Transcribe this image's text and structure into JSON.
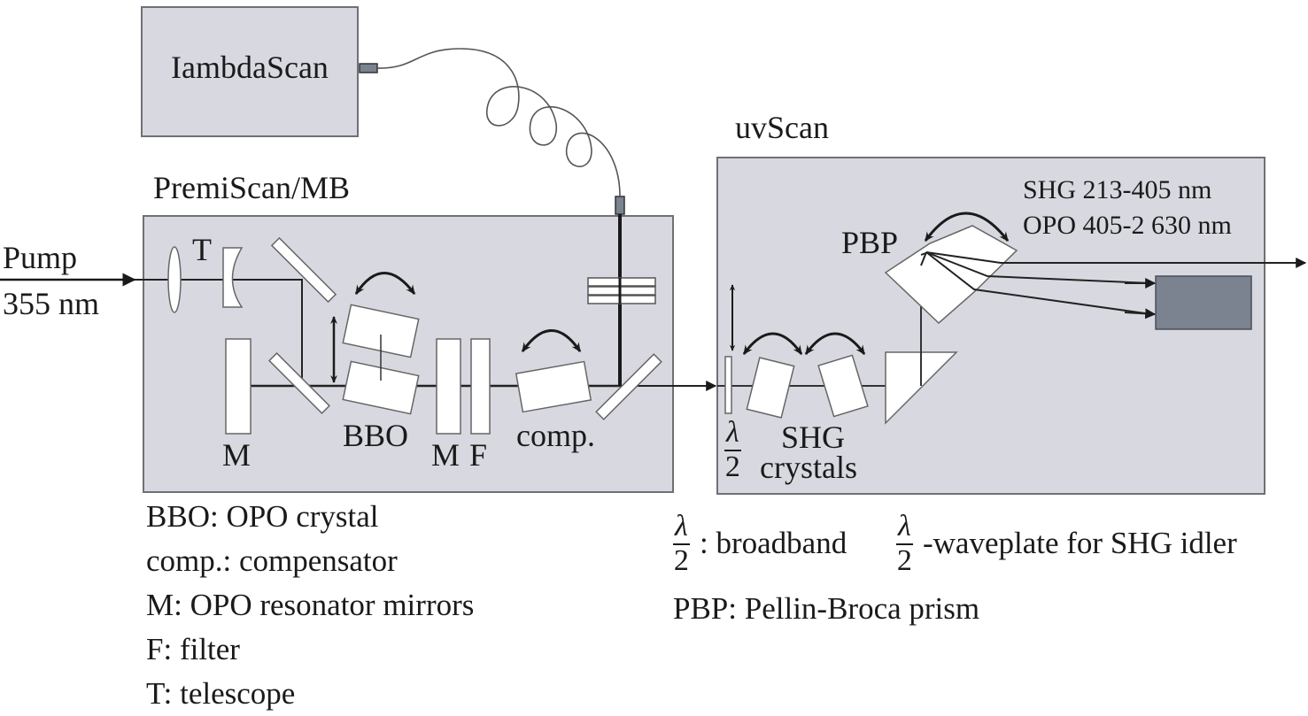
{
  "modules": {
    "lambdascan": {
      "title": "IambdaScan"
    },
    "premiscan": {
      "title": "PremiScan/MB"
    },
    "uvscan": {
      "title": "uvScan"
    }
  },
  "input": {
    "label_line1": "Pump",
    "label_line2": "355 nm"
  },
  "premiscan_components": {
    "telescope_label": "T",
    "mirror_left_label": "M",
    "crystal_label": "BBO",
    "mirror_right_label": "M",
    "filter_label": "F",
    "compensator_label": "comp."
  },
  "uvscan_components": {
    "waveplate_symbol_num": "λ",
    "waveplate_symbol_den": "2",
    "shg_label_line1": "SHG",
    "shg_label_line2": "crystals",
    "prism_label": "PBP",
    "range_shg": "SHG 213-405 nm",
    "range_opo": "OPO 405-2 630 nm"
  },
  "legend_left": [
    "BBO: OPO crystal",
    "comp.: compensator",
    "M: OPO resonator mirrors",
    "F: filter",
    "T: telescope"
  ],
  "legend_right": {
    "waveplate_line_sym_num": "λ",
    "waveplate_line_sym_den": "2",
    "waveplate_line_mid": ": broadband",
    "waveplate_line_end": "-waveplate for SHG idler",
    "pbp_line": "PBP: Pellin-Broca prism"
  },
  "colors": {
    "module_fill": "#d8d9e0",
    "module_stroke": "#6f7075",
    "detector_fill": "#7b8290",
    "beam": "#222222",
    "optic_fill": "#ffffff"
  }
}
